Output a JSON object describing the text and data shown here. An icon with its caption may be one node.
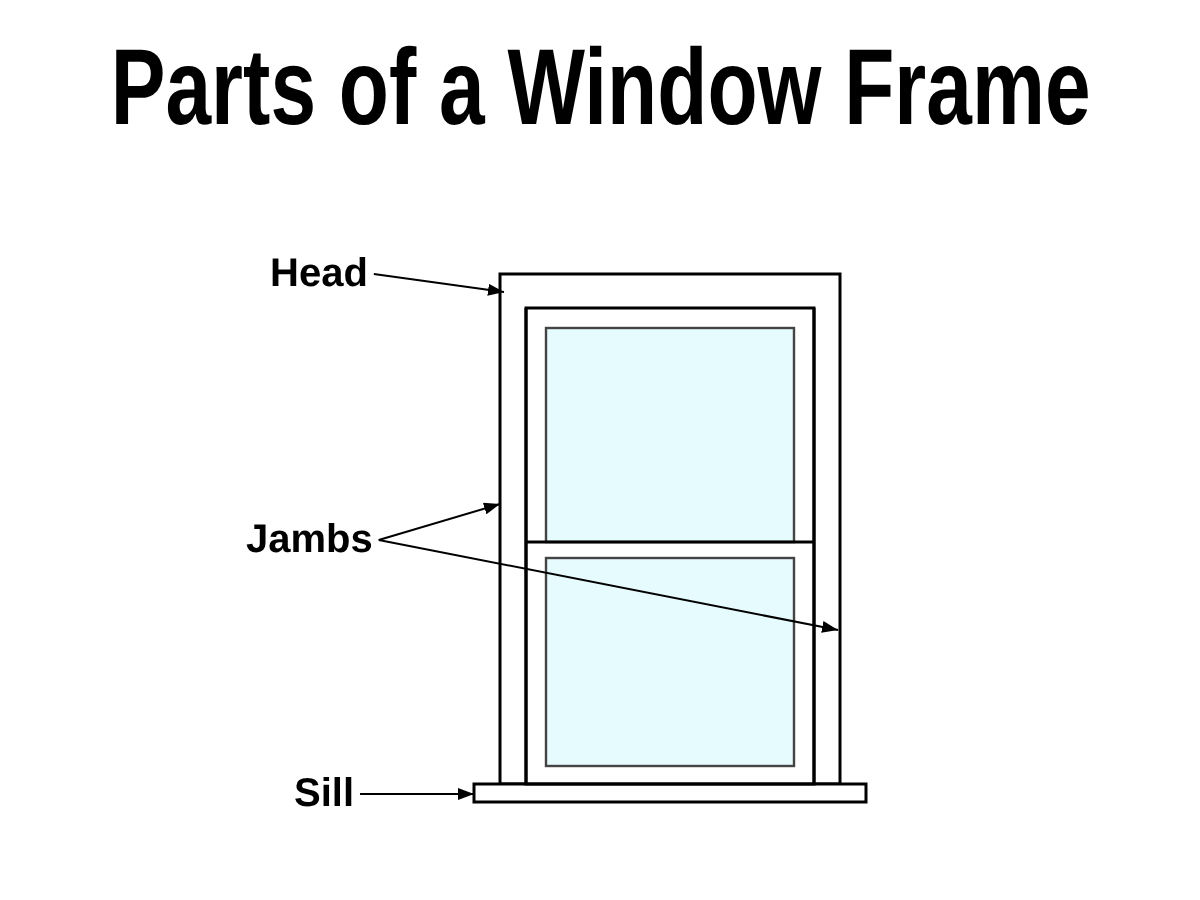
{
  "diagram": {
    "title": "Parts of a Window Frame",
    "nodes": [
      {
        "text": [
          "Head"
        ]
      },
      {
        "text": [],
        "shape": "box"
      },
      {
        "text": [
          "Jambs"
        ]
      },
      {
        "text": [],
        "shape": "box"
      },
      {
        "text": [],
        "shape": "box"
      },
      {
        "text": [
          "Sill"
        ]
      },
      {
        "text": [],
        "shape": "box"
      }
    ],
    "edges": [
      {
        "from": 0,
        "to": 1,
        "arrow": "to"
      },
      {
        "from": 2,
        "to": 3,
        "arrow": "to"
      },
      {
        "from": 2,
        "to": 4,
        "arrow": "to"
      },
      {
        "from": 5,
        "to": 6,
        "arrow": "to"
      }
    ]
  }
}
